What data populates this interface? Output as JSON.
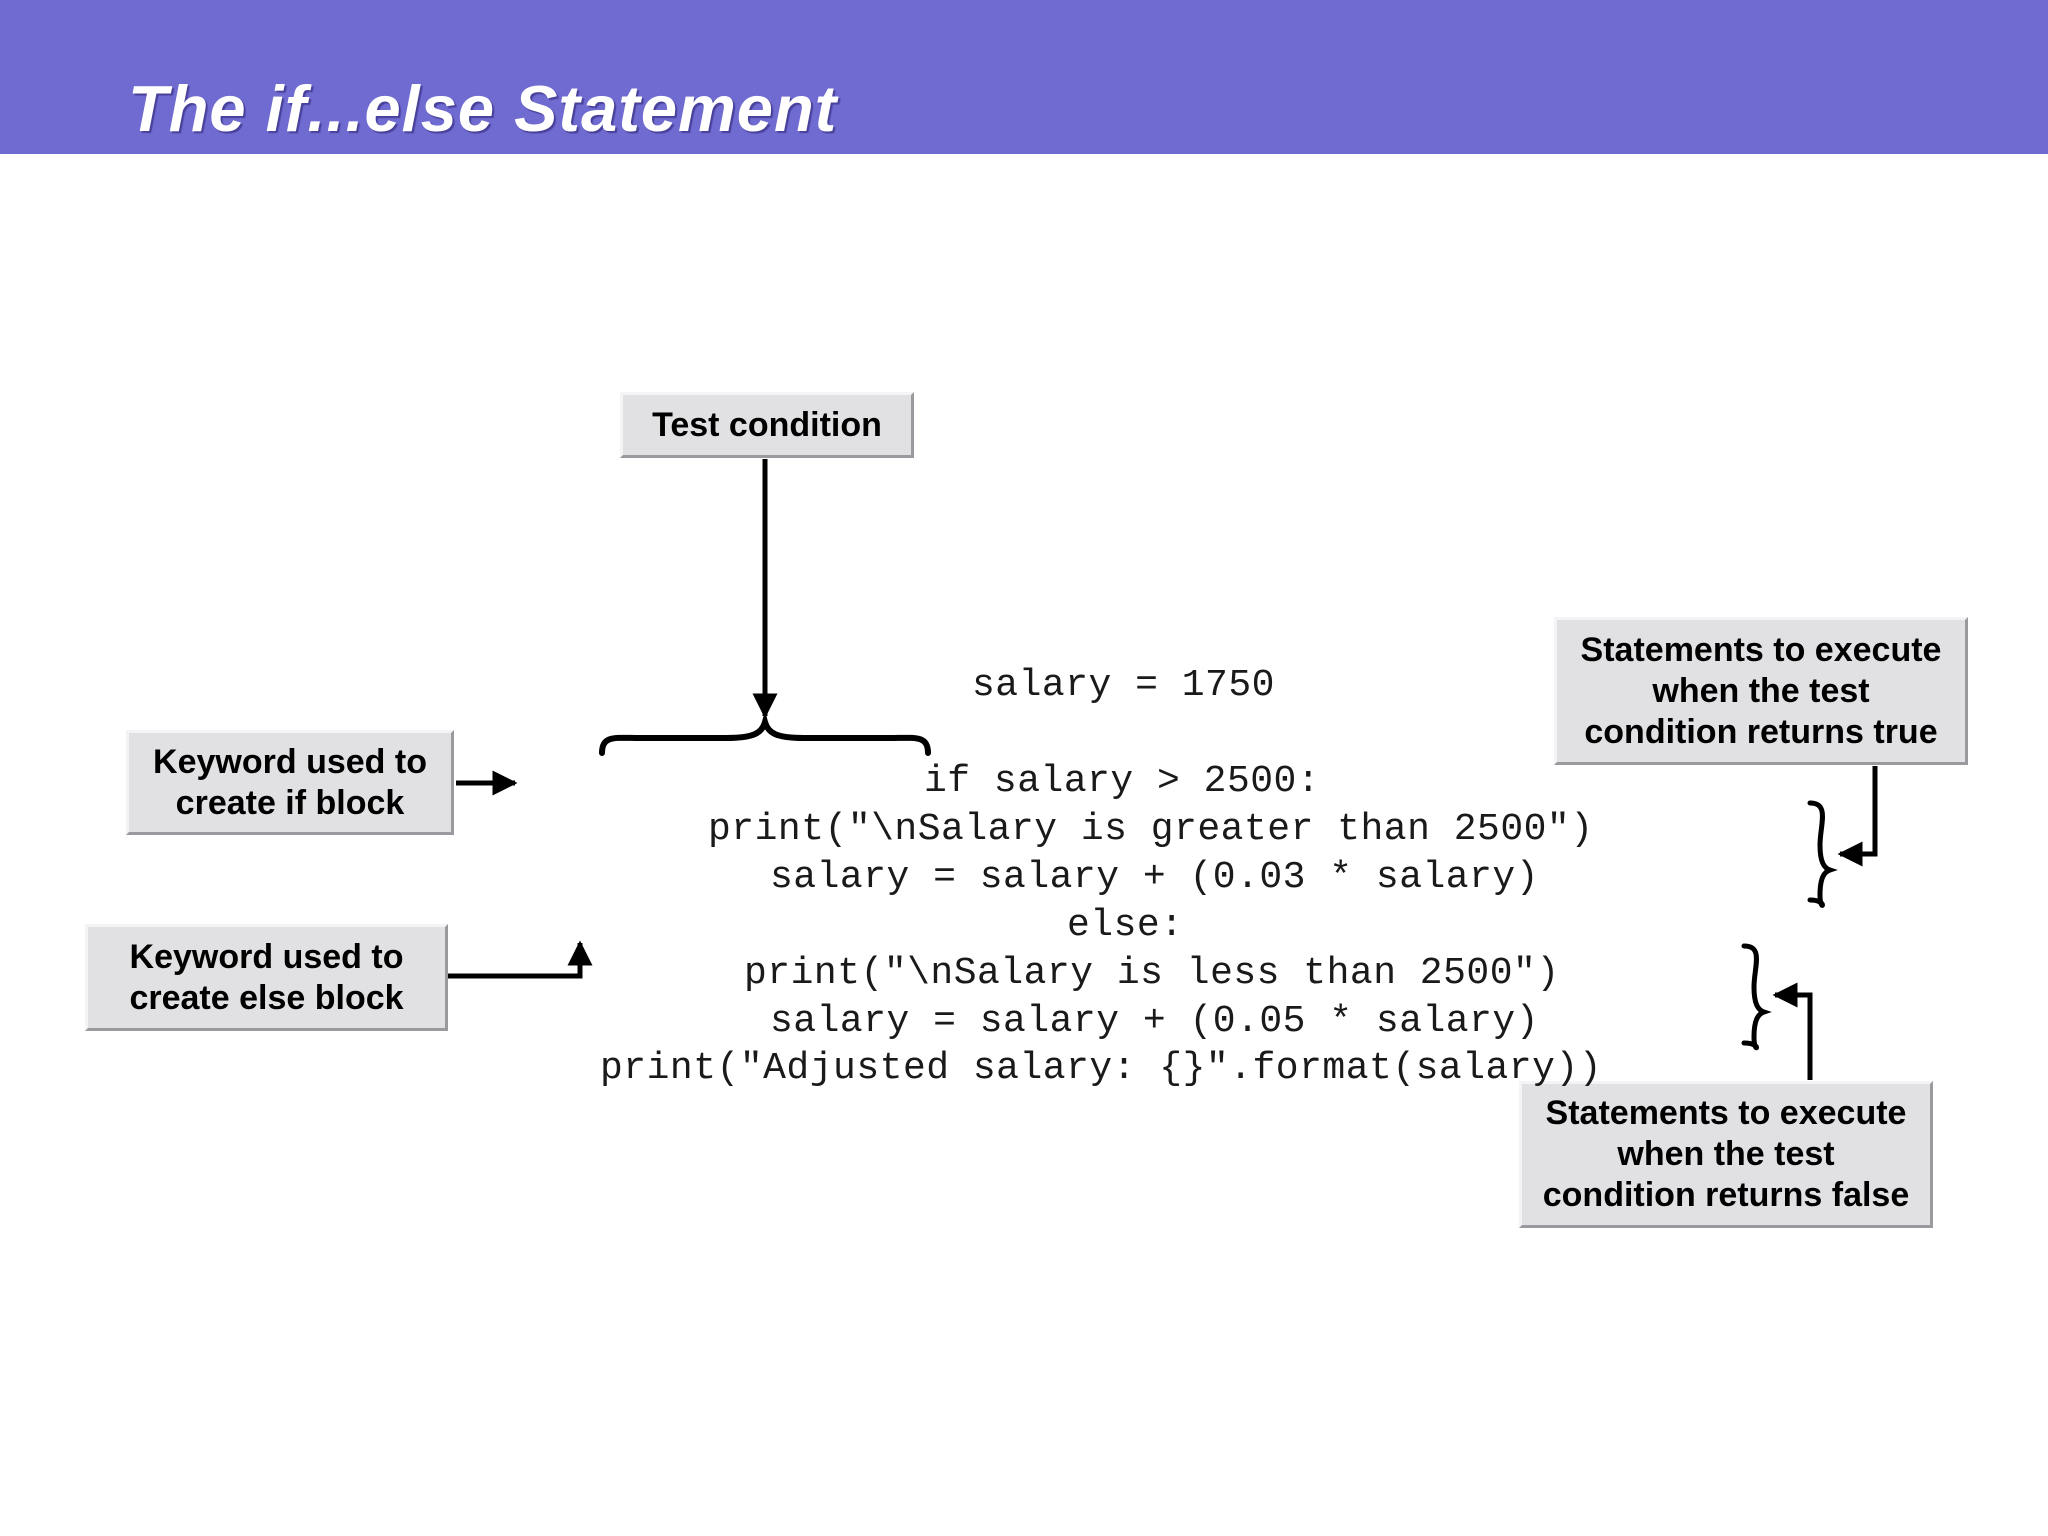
{
  "slide": {
    "title": "The if...else Statement",
    "accent_color": "#6f6bd0"
  },
  "callouts": {
    "test_condition": "Test condition",
    "if_keyword": "Keyword used to\ncreate if block",
    "else_keyword": "Keyword used to\ncreate else block",
    "true_statements": "Statements to execute\nwhen  the test\ncondition returns true",
    "false_statements": "Statements to execute\nwhen  the test\ncondition returns false"
  },
  "code": {
    "line1": "salary = 1750",
    "line2": "if salary > 2500:",
    "line3": "print(\"\\nSalary is greater than 2500\")",
    "line4": "salary = salary + (0.03 * salary)",
    "line5": "else:",
    "line6": "print(\"\\nSalary is less than 2500\")",
    "line7": "salary = salary + (0.05 * salary)",
    "line8": "print(\"Adjusted salary: {}\".format(salary))"
  }
}
